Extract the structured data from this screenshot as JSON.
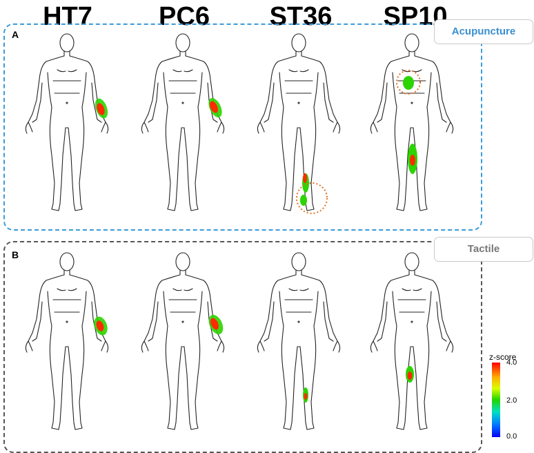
{
  "columns": [
    "HT7",
    "PC6",
    "ST36",
    "SP10"
  ],
  "panels": [
    {
      "letter": "A",
      "label": "Acupuncture"
    },
    {
      "letter": "B",
      "label": "Tactile"
    }
  ],
  "colorbar": {
    "title": "z-score",
    "ticks": [
      "4.0",
      "2.0",
      "0.0"
    ]
  },
  "colors": {
    "panel_a_border": "#3a9ad9",
    "panel_b_border": "#555555",
    "highlight_circle": "#e07020"
  }
}
